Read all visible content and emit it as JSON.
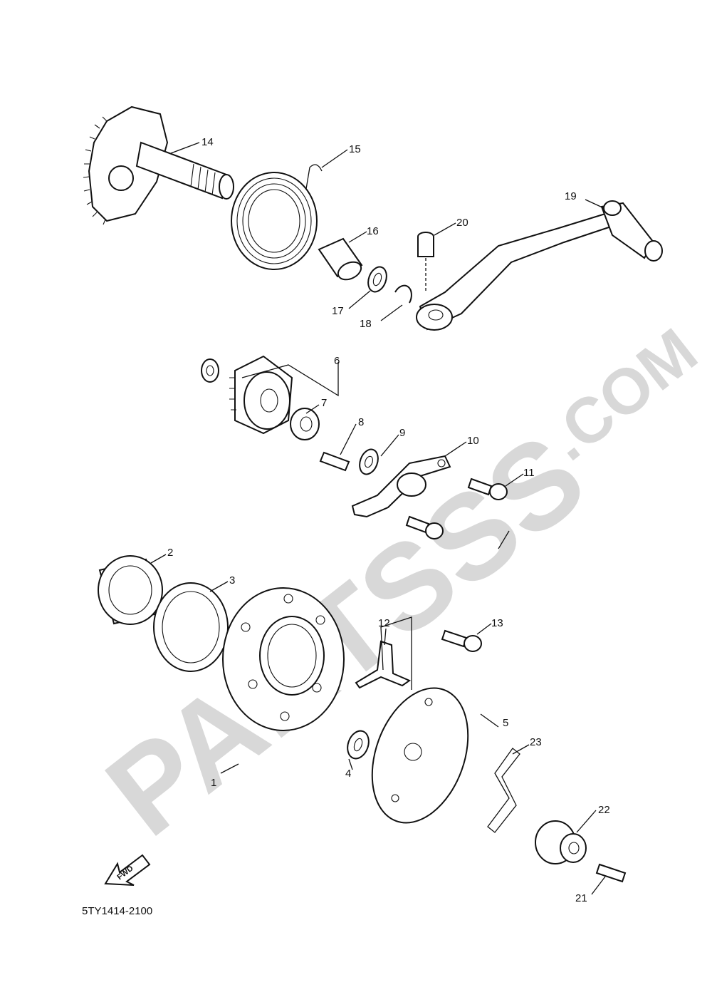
{
  "diagram": {
    "drawing_code": "5TY1414-2100",
    "fwd_label": "FWD",
    "watermark": {
      "text": "PARTSSS",
      "suffix": ".COM"
    },
    "callouts": [
      {
        "id": "1",
        "label": "1"
      },
      {
        "id": "2",
        "label": "2"
      },
      {
        "id": "3",
        "label": "3"
      },
      {
        "id": "4",
        "label": "4"
      },
      {
        "id": "5",
        "label": "5"
      },
      {
        "id": "6",
        "label": "6"
      },
      {
        "id": "7",
        "label": "7"
      },
      {
        "id": "8",
        "label": "8"
      },
      {
        "id": "9",
        "label": "9"
      },
      {
        "id": "10",
        "label": "10"
      },
      {
        "id": "11",
        "label": "11"
      },
      {
        "id": "12",
        "label": "12"
      },
      {
        "id": "13",
        "label": "13"
      },
      {
        "id": "14",
        "label": "14"
      },
      {
        "id": "15",
        "label": "15"
      },
      {
        "id": "16",
        "label": "16"
      },
      {
        "id": "17",
        "label": "17"
      },
      {
        "id": "18",
        "label": "18"
      },
      {
        "id": "19",
        "label": "19"
      },
      {
        "id": "20",
        "label": "20"
      },
      {
        "id": "21",
        "label": "21"
      },
      {
        "id": "22",
        "label": "22"
      },
      {
        "id": "23",
        "label": "23"
      }
    ]
  }
}
